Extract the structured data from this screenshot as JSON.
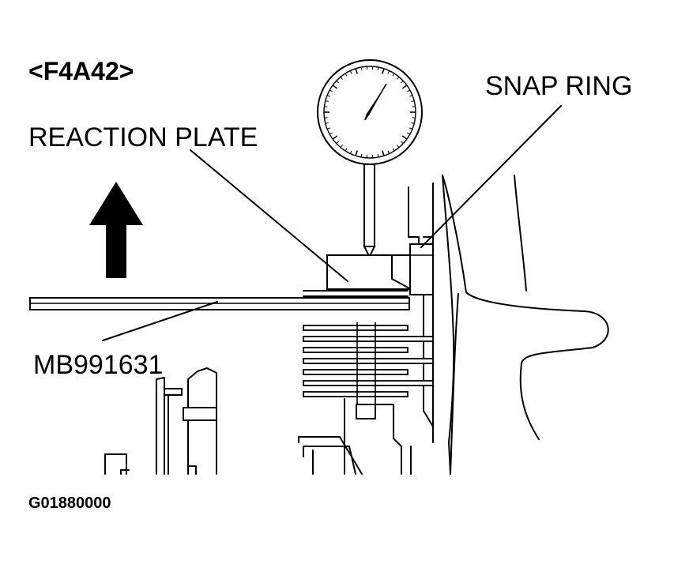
{
  "figure": {
    "model_code": "<F4A42>",
    "labels": {
      "snap_ring": "SNAP RING",
      "reaction_plate": "REACTION PLATE",
      "tool": "MB991631"
    },
    "figure_id": "G01880000"
  },
  "icons": {
    "direction_arrow": "arrow-up-icon",
    "gauge": "dial-indicator-icon"
  },
  "colors": {
    "ink": "#000000",
    "paper": "#ffffff"
  }
}
